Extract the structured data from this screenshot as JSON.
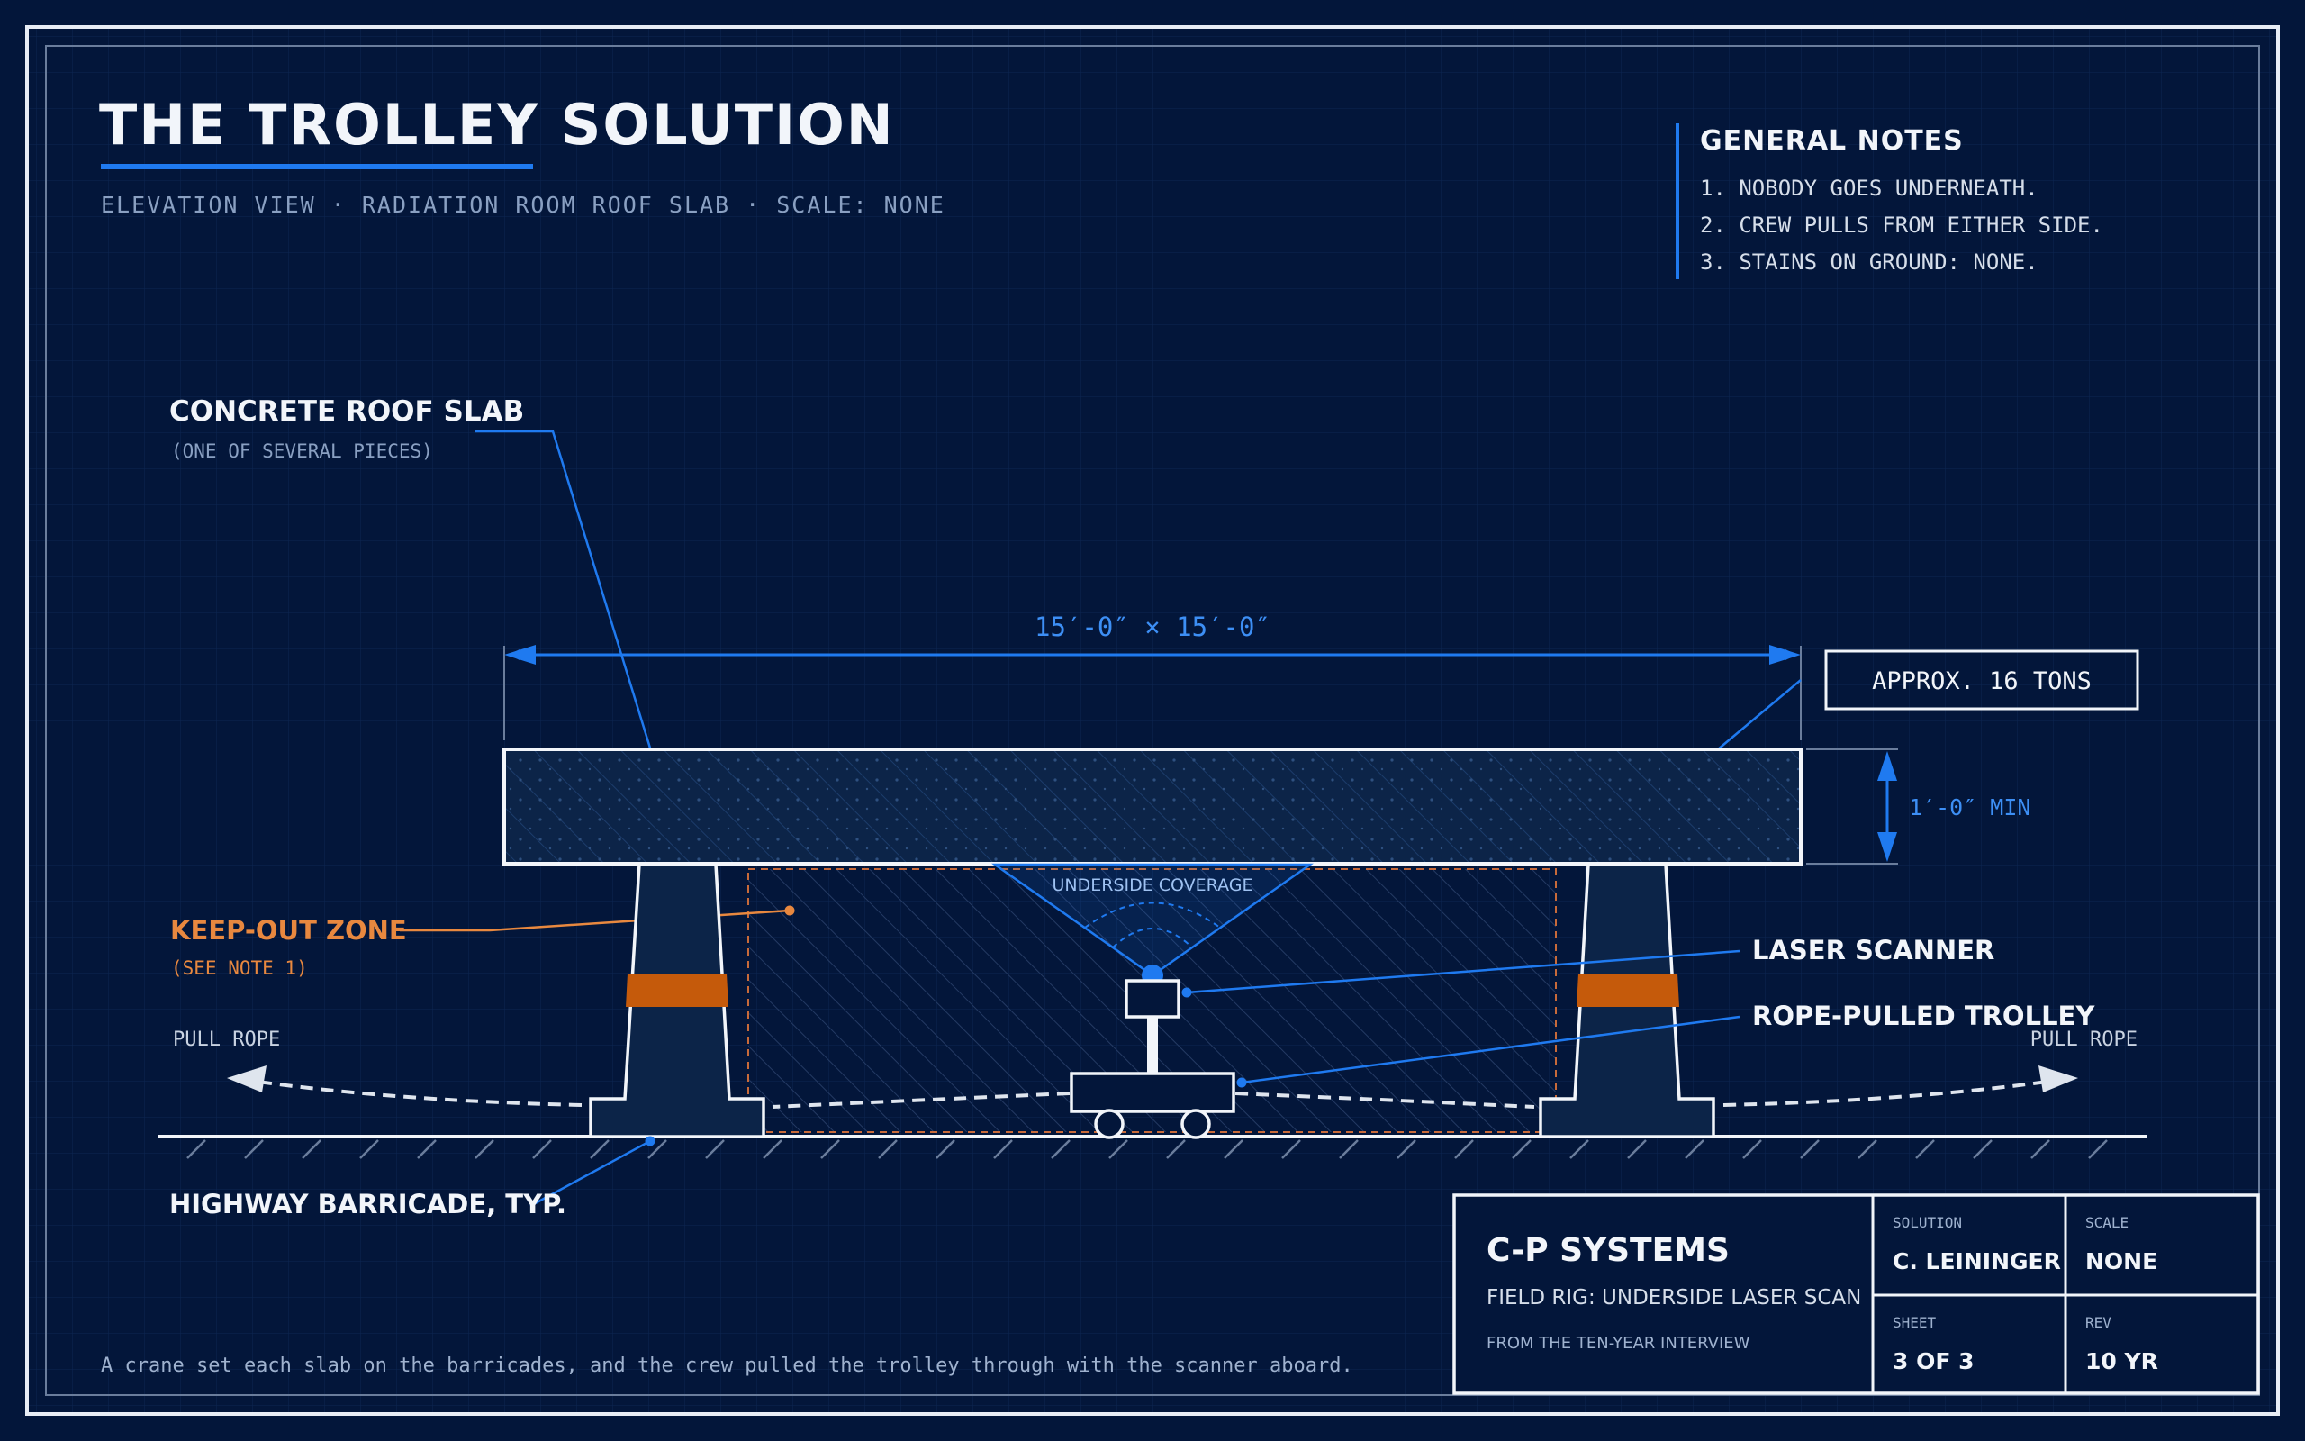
{
  "header": {
    "title": "THE TROLLEY SOLUTION",
    "subtitle": "ELEVATION VIEW · RADIATION ROOM ROOF SLAB · SCALE: NONE"
  },
  "notes": {
    "heading": "GENERAL NOTES",
    "items": [
      "1. NOBODY GOES UNDERNEATH.",
      "2. CREW PULLS FROM EITHER SIDE.",
      "3. STAINS ON GROUND: NONE."
    ]
  },
  "labels": {
    "slab_title": "CONCRETE ROOF SLAB",
    "slab_sub": "(ONE OF SEVERAL PIECES)",
    "keepout_title": "KEEP-OUT ZONE",
    "keepout_sub": "(SEE NOTE 1)",
    "pull_rope_left": "PULL ROPE",
    "pull_rope_right": "PULL ROPE",
    "barricade": "HIGHWAY BARRICADE, TYP.",
    "laser_scanner": "LASER SCANNER",
    "trolley": "ROPE-PULLED TROLLEY",
    "coverage": "UNDERSIDE COVERAGE"
  },
  "dimensions": {
    "width": "15′-0″ × 15′-0″",
    "thickness": "1′-0″ MIN",
    "weight": "APPROX. 16 TONS"
  },
  "footer_note": "A crane set each slab on the barricades, and the crew pulled the trolley through with the scanner aboard.",
  "title_block": {
    "company": "C-P SYSTEMS",
    "rig": "FIELD RIG: UNDERSIDE LASER SCAN",
    "source": "FROM THE TEN-YEAR INTERVIEW",
    "solution_label": "SOLUTION",
    "solution_value": "C. LEININGER",
    "scale_label": "SCALE",
    "scale_value": "NONE",
    "sheet_label": "SHEET",
    "sheet_value": "3 OF 3",
    "rev_label": "REV",
    "rev_value": "10 YR"
  },
  "colors": {
    "background": "#03163a",
    "blueprint_blue": "#1f7af0",
    "label_white": "#f2f5fa",
    "muted": "#9fb2cf",
    "warning_orange": "#e8883f",
    "barricade_stripe": "#c55a0b"
  }
}
